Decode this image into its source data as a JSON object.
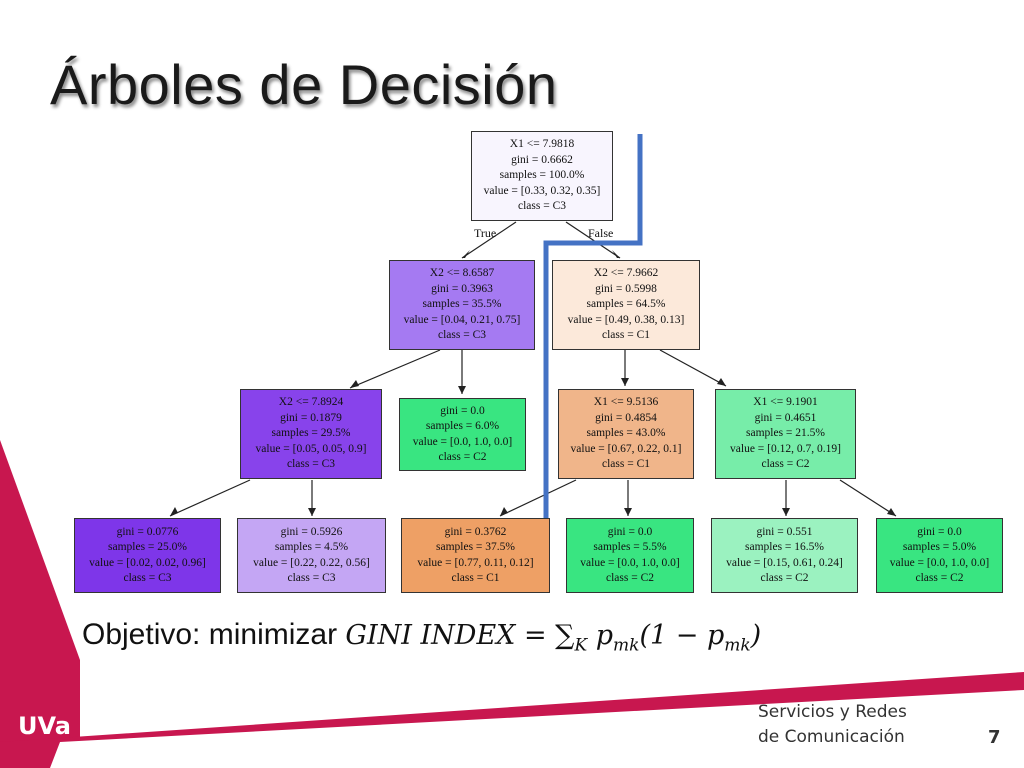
{
  "slide": {
    "title": "Árboles de Decisión",
    "objective_label": "Objetivo: minimizar ",
    "formula": "GINI INDEX = ∑",
    "formula_sub": "K",
    "formula_rest": " p",
    "formula_sub2": "mk",
    "formula_tail": "(1 − p",
    "formula_sub3": "mk",
    "formula_close": ")",
    "footer_line1": "Servicios y Redes",
    "footer_line2": "de Comunicación",
    "page_number": "7",
    "logo_text": "UVa"
  },
  "colors": {
    "accent": "#c8174f",
    "highlight": "#4472c4"
  },
  "tree": {
    "edge_true": "True",
    "edge_false": "False",
    "nodes": [
      {
        "lines": [
          "X1 <= 7.9818",
          "gini = 0.6662",
          "samples = 100.0%",
          "value = [0.33, 0.32, 0.35]",
          "class = C3"
        ],
        "color": "#f8f5fe"
      },
      {
        "lines": [
          "X2 <= 8.6587",
          "gini = 0.3963",
          "samples = 35.5%",
          "value = [0.04, 0.21, 0.75]",
          "class = C3"
        ],
        "color": "#a57af2"
      },
      {
        "lines": [
          "X2 <= 7.9662",
          "gini = 0.5998",
          "samples = 64.5%",
          "value = [0.49, 0.38, 0.13]",
          "class = C1"
        ],
        "color": "#fce9da"
      },
      {
        "lines": [
          "X2 <= 7.8924",
          "gini = 0.1879",
          "samples = 29.5%",
          "value = [0.05, 0.05, 0.9]",
          "class = C3"
        ],
        "color": "#8843eb"
      },
      {
        "lines": [
          "gini = 0.0",
          "samples = 6.0%",
          "value = [0.0, 1.0, 0.0]",
          "class = C2"
        ],
        "color": "#39e581"
      },
      {
        "lines": [
          "X1 <= 9.5136",
          "gini = 0.4854",
          "samples = 43.0%",
          "value = [0.67, 0.22, 0.1]",
          "class = C1"
        ],
        "color": "#f0b58a"
      },
      {
        "lines": [
          "X1 <= 9.1901",
          "gini = 0.4651",
          "samples = 21.5%",
          "value = [0.12, 0.7, 0.19]",
          "class = C2"
        ],
        "color": "#77eda9"
      },
      {
        "lines": [
          "gini = 0.0776",
          "samples = 25.0%",
          "value = [0.02, 0.02, 0.96]",
          "class = C3"
        ],
        "color": "#7e36e9"
      },
      {
        "lines": [
          "gini = 0.5926",
          "samples = 4.5%",
          "value = [0.22, 0.22, 0.56]",
          "class = C3"
        ],
        "color": "#c4a6f4"
      },
      {
        "lines": [
          "gini = 0.3762",
          "samples = 37.5%",
          "value = [0.77, 0.11, 0.12]",
          "class = C1"
        ],
        "color": "#eea065"
      },
      {
        "lines": [
          "gini = 0.0",
          "samples = 5.5%",
          "value = [0.0, 1.0, 0.0]",
          "class = C2"
        ],
        "color": "#39e581"
      },
      {
        "lines": [
          "gini = 0.551",
          "samples = 16.5%",
          "value = [0.15, 0.61, 0.24]",
          "class = C2"
        ],
        "color": "#9bf2c0"
      },
      {
        "lines": [
          "gini = 0.0",
          "samples = 5.0%",
          "value = [0.0, 1.0, 0.0]",
          "class = C2"
        ],
        "color": "#39e581"
      }
    ]
  }
}
